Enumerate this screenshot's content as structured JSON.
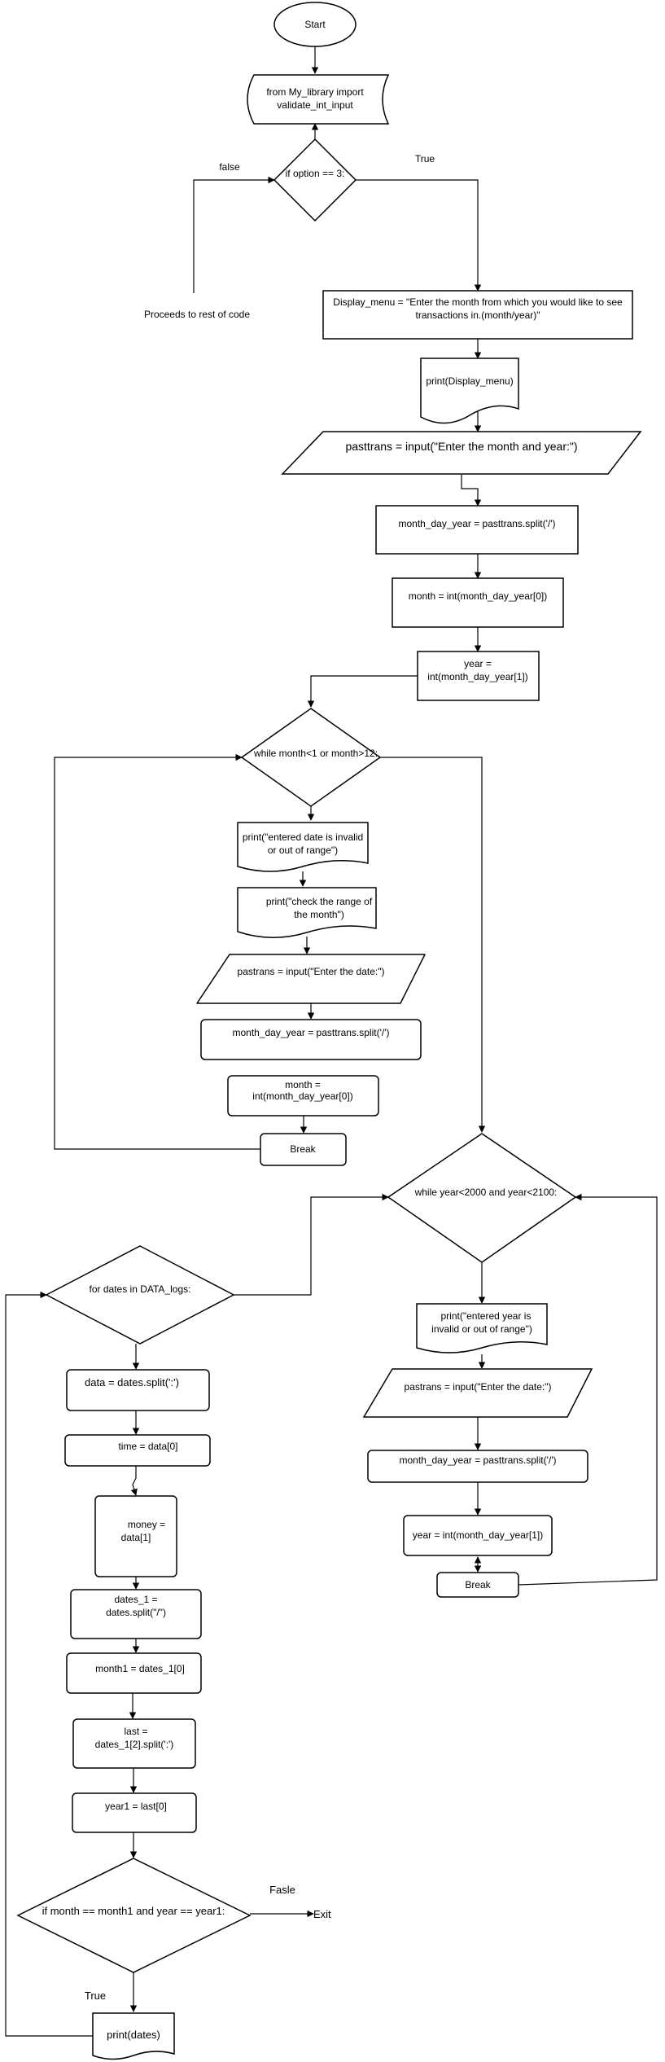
{
  "nodes": {
    "start": "Start",
    "import_line1": "from My_library import",
    "import_line2": "validate_int_input",
    "if_option": "if option == 3:",
    "proceeds": "Proceeds to rest of code",
    "display_menu_line1": "Display_menu = \"Enter the month from which you would like to see",
    "display_menu_line2": "transactions in.(month/year)\"",
    "print_display_menu": "print(Display_menu)",
    "pasttrans_input": "pasttrans = input(\"Enter the month and year:\")",
    "split1": "month_day_year = pasttrans.split('/')",
    "month_int": "month = int(month_day_year[0])",
    "year_line1": "year =",
    "year_line2": "int(month_day_year[1])",
    "while_month": "while month<1 or month>12:",
    "print_invalid_date_line1": "print(\"entered date is invalid",
    "print_invalid_date_line2": "or out of range\")",
    "print_check_line1": "print(\"check the range of",
    "print_check_line2": "the month\")",
    "pastrans_input1": "pastrans = input(\"Enter the date:\")",
    "split2": "month_day_year = pasttrans.split('/')",
    "month2_line1": "month =",
    "month2_line2": "int(month_day_year[0])",
    "break1": "Break",
    "while_year": "while year<2000 and year<2100:",
    "print_invalid_year_line1": "print(\"entered year is",
    "print_invalid_year_line2": "invalid or out of range\")",
    "pastrans_input2": "pastrans = input(\"Enter the date:\")",
    "split3": "month_day_year = pasttrans.split('/')",
    "year_int": "year = int(month_day_year[1])",
    "break2": "Break",
    "for_dates": "for dates in DATA_logs:",
    "data_split": "data = dates.split(':')",
    "time": "time = data[0]",
    "money_line1": "money =",
    "money_line2": "data[1]",
    "dates1_line1": "dates_1 =",
    "dates1_line2": "dates.split(\"/\")",
    "month1": "month1 = dates_1[0]",
    "last_line1": "last =",
    "last_line2": "dates_1[2].split(':')",
    "year1": "year1 = last[0]",
    "if_month": "if month == month1 and year == year1:",
    "print_dates": "print(dates)",
    "exit": "Exit"
  },
  "edge_labels": {
    "false": "false",
    "true_top": "True",
    "fasle": "Fasle",
    "true_bottom": "True"
  }
}
